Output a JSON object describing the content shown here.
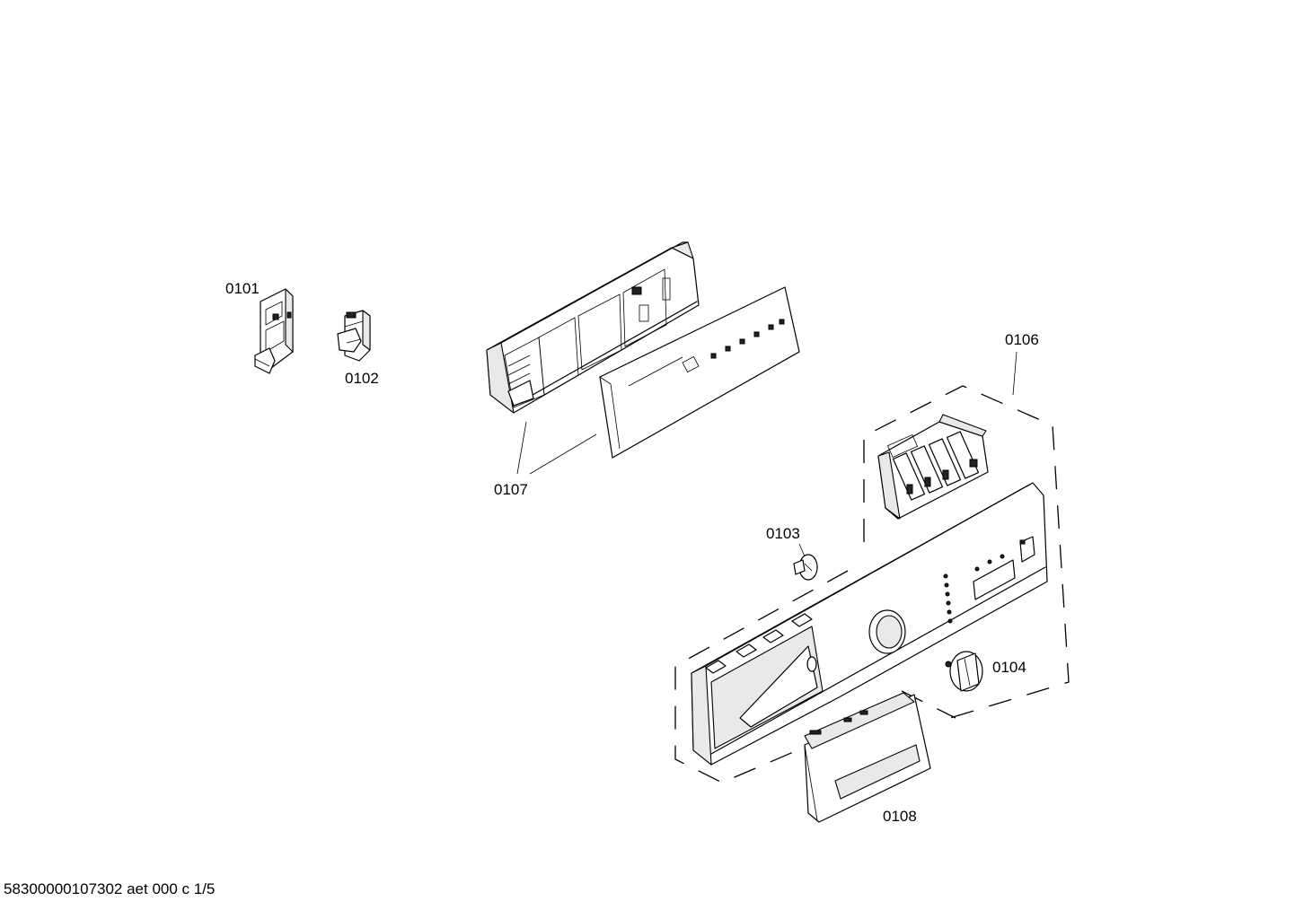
{
  "parts": [
    {
      "id": "0101",
      "label": "0101"
    },
    {
      "id": "0102",
      "label": "0102"
    },
    {
      "id": "0103",
      "label": "0103"
    },
    {
      "id": "0104",
      "label": "0104"
    },
    {
      "id": "0106",
      "label": "0106"
    },
    {
      "id": "0107",
      "label": "0107"
    },
    {
      "id": "0108",
      "label": "0108"
    }
  ],
  "footer": {
    "text": "58300000107302 aet 000 c 1/5"
  }
}
